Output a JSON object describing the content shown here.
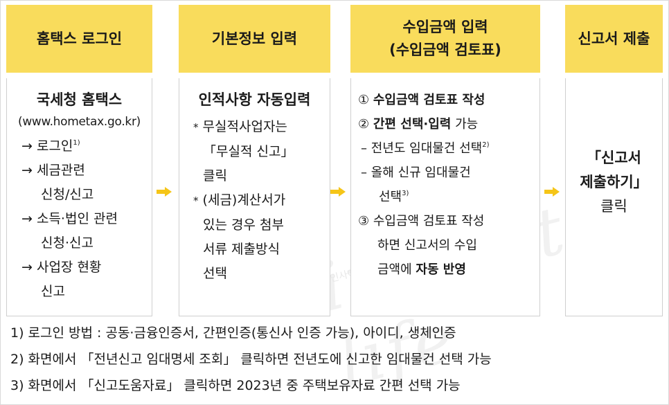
{
  "steps": [
    {
      "title_lines": [
        "홈택스 로그인"
      ],
      "body": {
        "heading": "국세청 홈택스",
        "url": "(www.hometax.go.kr)",
        "items": [
          {
            "arrow": "→",
            "lines": [
              "로그인"
            ],
            "sup": "1)"
          },
          {
            "arrow": "→",
            "lines": [
              "세금관련",
              "신청/신고"
            ]
          },
          {
            "arrow": "→",
            "lines": [
              "소득·법인 관련",
              "신청·신고"
            ]
          },
          {
            "arrow": "→",
            "lines": [
              "사업장 현황",
              "신고"
            ]
          }
        ]
      }
    },
    {
      "title_lines": [
        "기본정보 입력"
      ],
      "body": {
        "heading": "인적사항 자동입력",
        "notes": [
          {
            "mark": "*",
            "lines": [
              "무실적사업자는",
              "「무실적 신고」",
              "클릭"
            ]
          },
          {
            "mark": "*",
            "lines": [
              "(세금)계산서가",
              "있는 경우 첨부",
              "서류 제출방식",
              "선택"
            ]
          }
        ]
      }
    },
    {
      "title_lines": [
        "수입금액 입력",
        "(수입금액 검토표)"
      ],
      "body": {
        "item1_num": "①",
        "item1_text": "수입금액 검토표 작성",
        "item2_num": "②",
        "item2_bold": "간편 선택·입력",
        "item2_rest": " 가능",
        "sub1_dash": "–",
        "sub1_text": "전년도 임대물건 선택",
        "sub1_sup": "2)",
        "sub2_dash": "–",
        "sub2_line1": "올해 신규 임대물건",
        "sub2_line2": "선택",
        "sub2_sup": "3)",
        "item3_num": "③",
        "item3_line1": "수입금액 검토표 작성",
        "item3_line2": "하면 신고서의 수입",
        "item3_line3_pre": "금액에 ",
        "item3_line3_bold": "자동 반영"
      }
    },
    {
      "title_lines": [
        "신고서 제출"
      ],
      "body": {
        "line1": "「신고서",
        "line2": "제출하기」",
        "line3": "클릭"
      }
    }
  ],
  "footnotes": [
    "1) 로그인 방법 : 공동·금융인증서, 간편인증(통신사 인증 가능), 아이디, 생체인증",
    "2) 화면에서 「전년신고 임대명세 조회」 클릭하면 전년도에 신고한 임대물건 선택 가능",
    "3) 화면에서 「신고도움자료」 클릭하면 2023년 중 주택보유자료 간편 선택 가능"
  ],
  "colors": {
    "header_fill": "#f9dc5c",
    "arrow": "#f5c518",
    "border": "#cfcfcf"
  },
  "watermark": "insight life",
  "watermark_small": "인사이트"
}
